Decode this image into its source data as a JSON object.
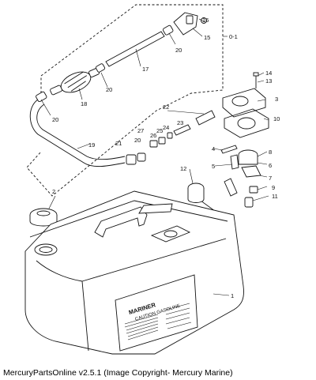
{
  "diagram": {
    "callouts": [
      "1",
      "2",
      "3",
      "4",
      "5",
      "6",
      "7",
      "8",
      "9",
      "10",
      "11",
      "12",
      "13",
      "14",
      "15",
      "16",
      "17",
      "18",
      "19",
      "20",
      "21",
      "22",
      "23",
      "24",
      "25",
      "26",
      "27"
    ],
    "assembly_label": "0-1",
    "tank_label": {
      "brand": "MARINER",
      "caution": "CAUTION GASOLINE"
    }
  },
  "caption": "MercuryPartsOnline v2.5.1 (Image Copyright- Mercury Marine)"
}
